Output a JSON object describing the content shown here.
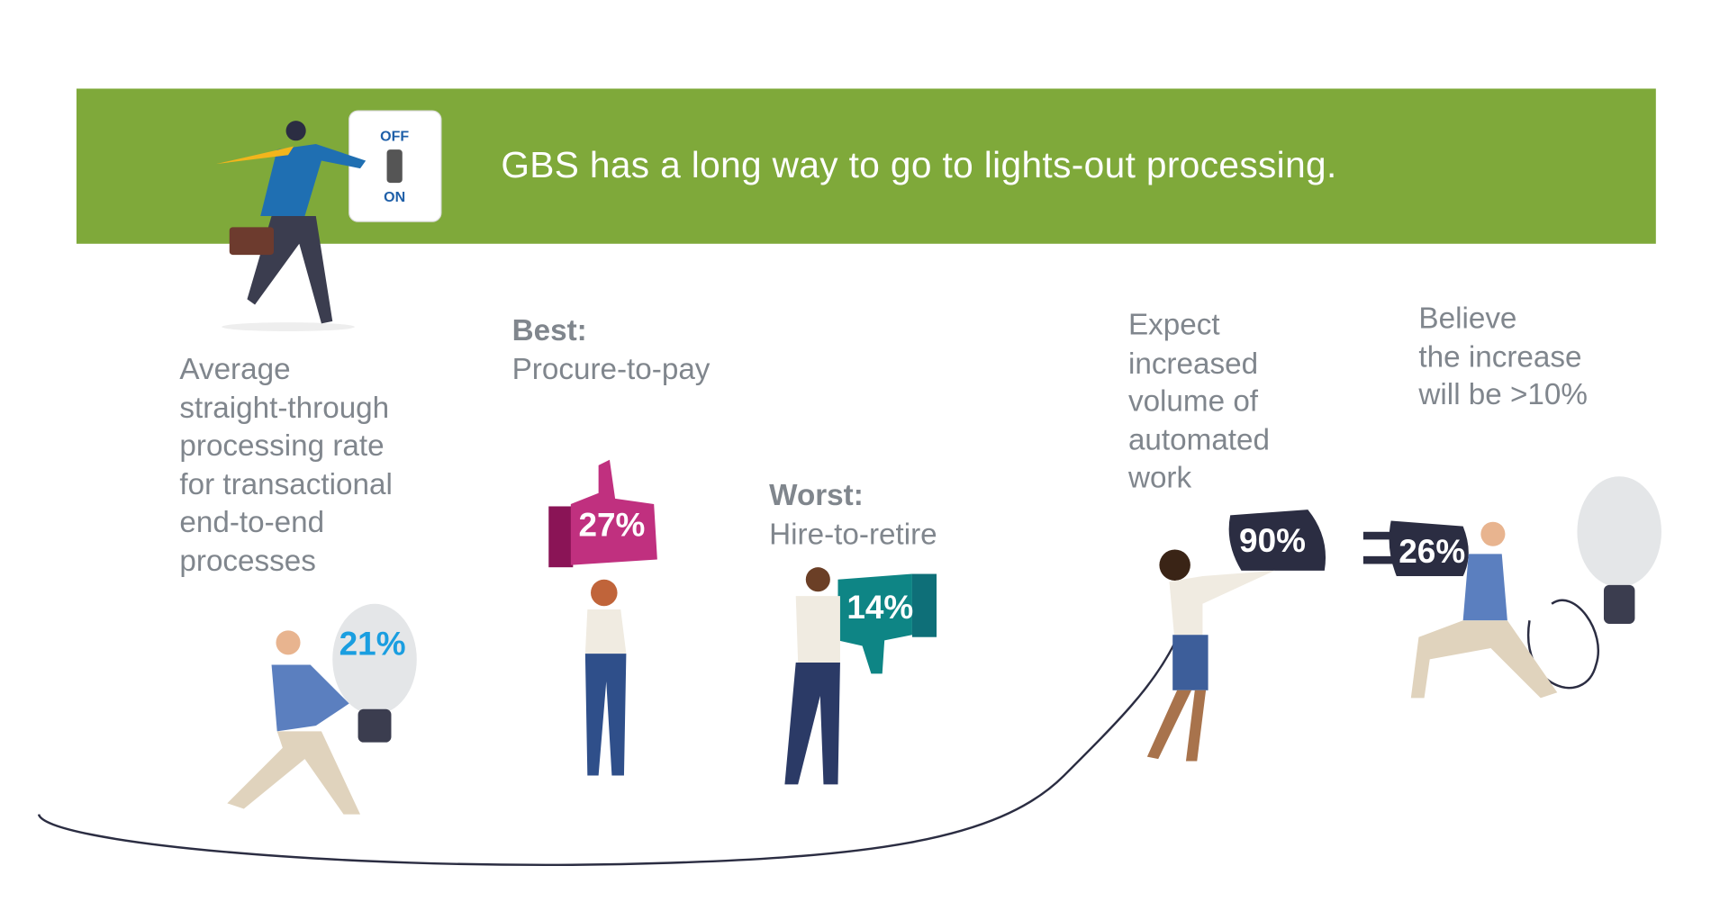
{
  "headline": "GBS has a long way to go to lights-out processing.",
  "switch": {
    "off": "OFF",
    "on": "ON"
  },
  "stats": [
    {
      "label": "Average straight-through processing rate for transactional end-to-end processes",
      "lines": [
        "Average",
        "straight-through",
        "processing rate",
        "for transactional",
        "end-to-end",
        "processes"
      ],
      "value": "21%",
      "color": "#1a9ee0"
    },
    {
      "heading": "Best:",
      "label": "Procure-to-pay",
      "value": "27%",
      "color": "#c0307f"
    },
    {
      "heading": "Worst:",
      "label": "Hire-to-retire",
      "value": "14%",
      "color": "#0e8585"
    },
    {
      "lines": [
        "Expect",
        "increased",
        "volume of",
        "automated",
        "work"
      ],
      "value": "90%",
      "color": "#2b2d42"
    },
    {
      "lines": [
        "Believe",
        "the increase",
        "will be >10%"
      ],
      "value": "26%",
      "color": "#2b2d42"
    }
  ]
}
